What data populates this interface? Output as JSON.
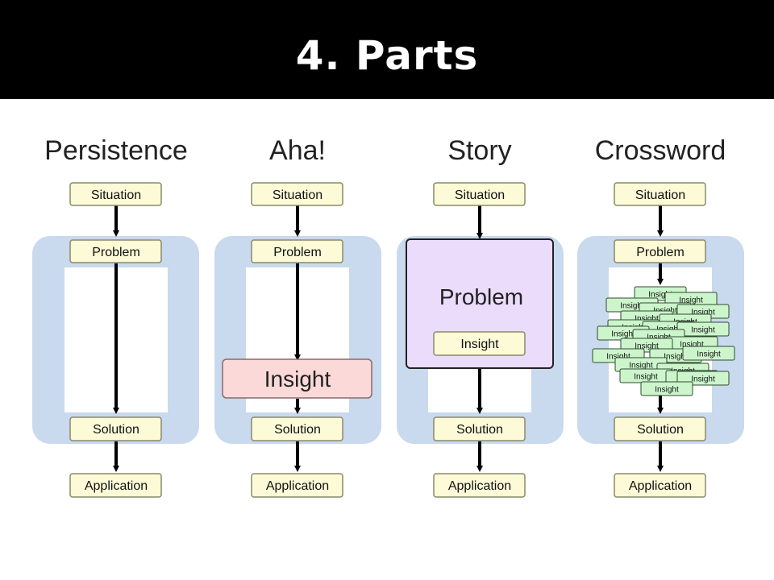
{
  "slide": {
    "title": "4. Parts"
  },
  "columns": [
    {
      "heading": "Persistence",
      "boxes": {
        "situation": "Situation",
        "problem": "Problem",
        "solution": "Solution",
        "application": "Application"
      }
    },
    {
      "heading": "Aha!",
      "boxes": {
        "situation": "Situation",
        "problem": "Problem",
        "insight": "Insight",
        "solution": "Solution",
        "application": "Application"
      }
    },
    {
      "heading": "Story",
      "boxes": {
        "situation": "Situation",
        "problem": "Problem",
        "insight": "Insight",
        "solution": "Solution",
        "application": "Application"
      }
    },
    {
      "heading": "Crossword",
      "boxes": {
        "situation": "Situation",
        "problem": "Problem",
        "insight": "Insight",
        "solution": "Solution",
        "application": "Application"
      }
    }
  ],
  "colors": {
    "title_bar": "#000000",
    "phase_panel": "#c9d9ee",
    "box_fill": "#fdfbd7",
    "box_stroke": "#8a8a6a",
    "aha_insight_fill": "#fbd9d9",
    "story_problem_fill": "#ecdcfc",
    "crossword_insight_fill": "#ccf5cc"
  }
}
